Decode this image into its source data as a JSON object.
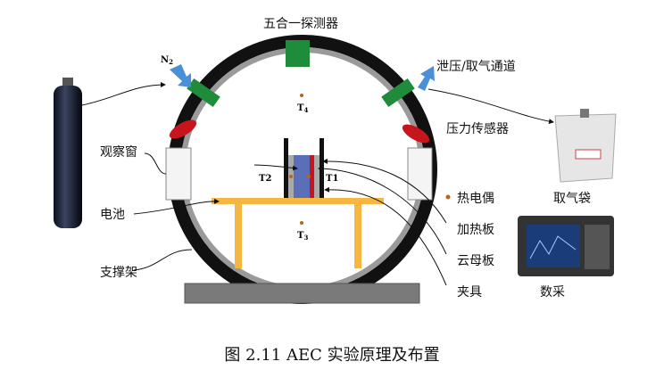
{
  "labels": {
    "detector": "五合一探测器",
    "vent": "泄压/取气通道",
    "pressure_sensor": "压力传感器",
    "window": "观察窗",
    "battery": "电池",
    "support": "支撑架",
    "thermocouple": "热电偶",
    "gas_bag": "取气袋",
    "heating_plate": "加热板",
    "mica_plate": "云母板",
    "fixture": "夹具",
    "daq": "数采",
    "n2": "N",
    "n2_sub": "2",
    "t1": "T1",
    "t2": "T2",
    "t3": "T",
    "t3_sub": "3",
    "t4": "T",
    "t4_sub": "4"
  },
  "caption": "图 2.11 AEC 实验原理及布置",
  "colors": {
    "ring": "#111111",
    "ring_inner": "#9a9a9a",
    "green": "#1e8c3a",
    "red": "#c8141c",
    "table": "#f5b742",
    "blue_arrow": "#4a90d9",
    "battery": "#5a6fb8",
    "thermocouple_dot": "#b5651d"
  }
}
